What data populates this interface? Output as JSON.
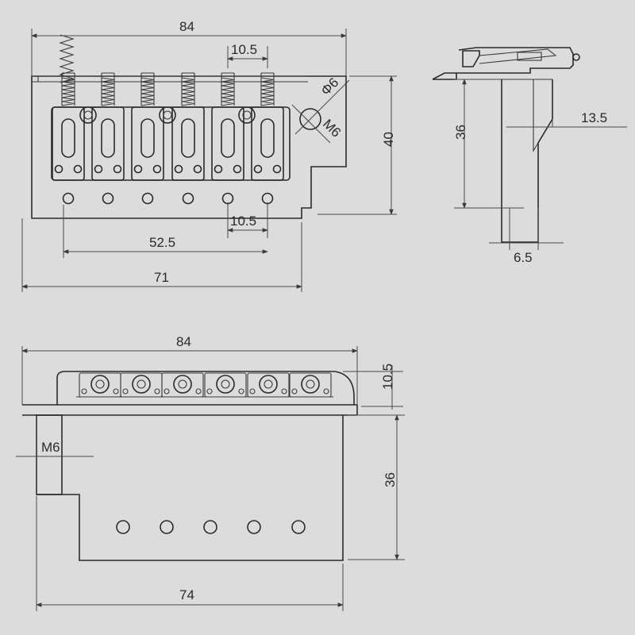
{
  "drawing": {
    "top_view": {
      "overall_width": "84",
      "saddle_spacing": "10.5",
      "hole_diameter": "Φ6",
      "thread": "M6",
      "height": "40",
      "hole_span": "52.5",
      "hole_spacing": "10.5",
      "base_width": "71"
    },
    "side_view": {
      "block_offset": "13.5",
      "block_height": "36",
      "block_thickness": "6.5"
    },
    "front_view": {
      "overall_width": "84",
      "saddle_height": "10.5",
      "arm_thread": "M6",
      "block_height": "36",
      "block_width": "74"
    }
  }
}
